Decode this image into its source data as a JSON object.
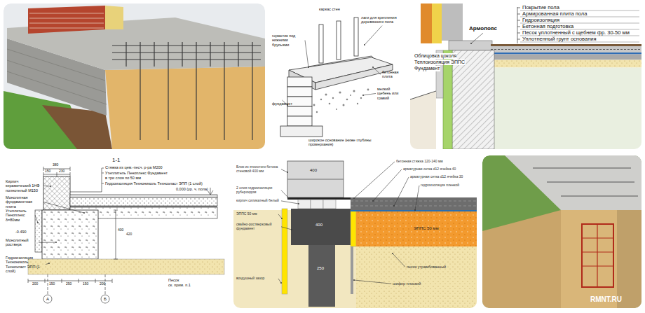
{
  "diagram": {
    "labels": [
      "каркас стен",
      "лаги для крепления деревянного пола",
      "герметик под нижними брусьями",
      "бетонная плита",
      "фундамент",
      "мелкий щебень или гравий",
      "широкое основание (ниже глубины промерзания)",
      "Покрытие пола",
      "Армированная плита пола",
      "Гидроизоляция",
      "Бетонная подготовка",
      "Песок уплотненный с щебнем фр. 30-50 мм",
      "Уплотненный грунт основания",
      "Армопояс",
      "Облицовка цоколя",
      "Теплоизоляция ЭППС",
      "Фундамент",
      "1-1",
      "Кирпич керамический 1НФ полнотелый М150",
      "Монолитная фундаментная плита",
      "Утеплитель Пеноплекс δ=80мм",
      "-0.490",
      "Монолитный ростверк",
      "Гидроизоляция Технониколь Техноэласт ЭПП (1 слой)",
      "Стяжка из цем.-песч. р-ра М200",
      "Утеплитель Пеноплекс Фундамент",
      "в три слоя по 50 мм",
      "Гидроизоляция Технониколь Техноэласт ЭПП (1 слой)",
      "0,000 (ур. ч. пола)",
      "Песок",
      "ск. прим. п.1",
      "380",
      "150",
      "230",
      "400",
      "200",
      "150",
      "250",
      "150",
      "200",
      "А",
      "Б",
      "420",
      "Блок из ячеистого бетона стеновой 400 мм",
      "2 слоя гидроизоляции рубероидом",
      "кирпич силикатный белый",
      "ЭППС 50 мм",
      "свайно-ростверковый фундамент",
      "воздушный зазор",
      "бетонная стяжка 120-140 мм",
      "арматурная сетка d12 ячейка 40",
      "арматурная сетка d12 ячейка 30",
      "гидроизоляция пленкой",
      "ЭППС 50 мм",
      "песок утрамбованный",
      "шифер плоский",
      "400",
      "400",
      "250",
      "RMNT.RU"
    ]
  }
}
